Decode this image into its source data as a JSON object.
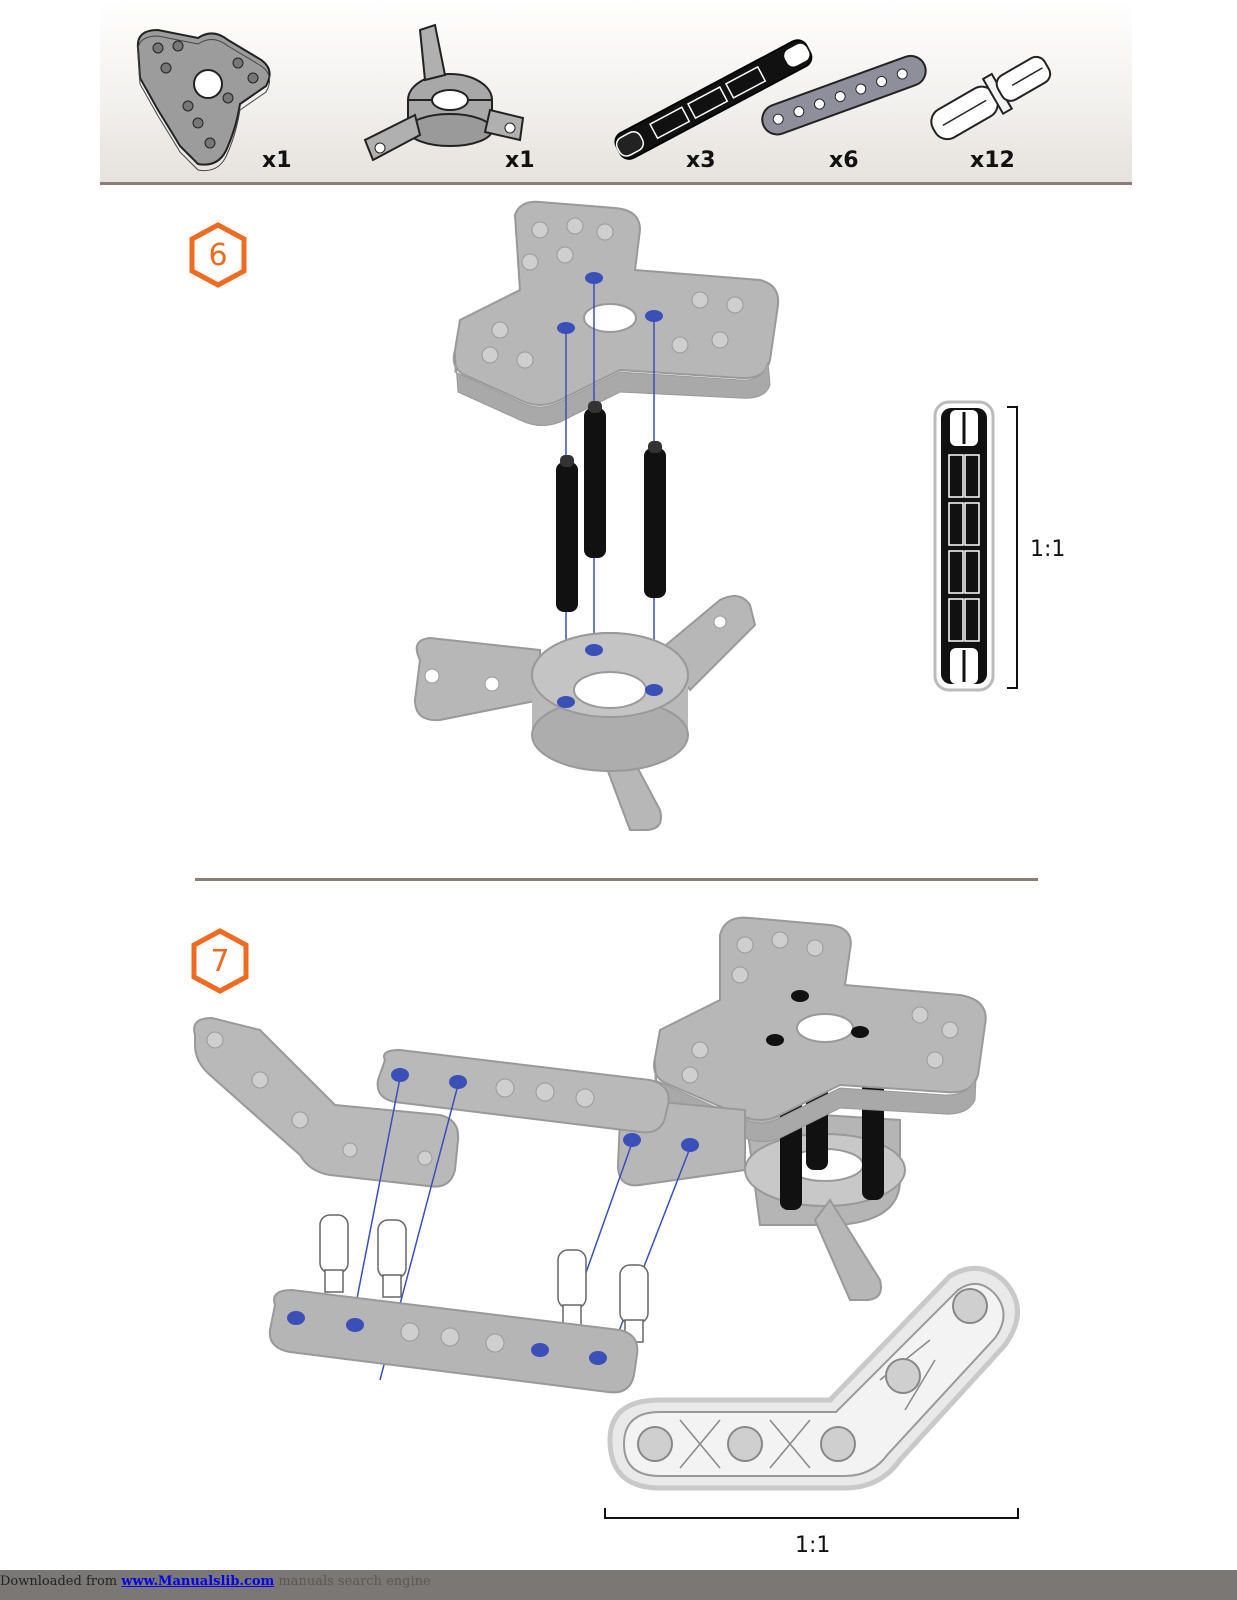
{
  "parts": [
    {
      "name": "three-arm plate",
      "qty": "x1"
    },
    {
      "name": "round hub connector",
      "qty": "x1"
    },
    {
      "name": "long axle",
      "qty": "x3"
    },
    {
      "name": "straight beam",
      "qty": "x6"
    },
    {
      "name": "connector pin",
      "qty": "x12"
    }
  ],
  "steps": [
    {
      "number": "6",
      "scale": "1:1"
    },
    {
      "number": "7",
      "scale": "1:1"
    }
  ],
  "footer": {
    "prefix": "Downloaded from ",
    "link": "www.Manualslib.com",
    "suffix": " manuals search engine"
  },
  "colors": {
    "accent": "#ef6b21",
    "part_gray": "#b7b7b7",
    "guide_blue": "#3b4fb8",
    "divider": "#8a7f76"
  }
}
